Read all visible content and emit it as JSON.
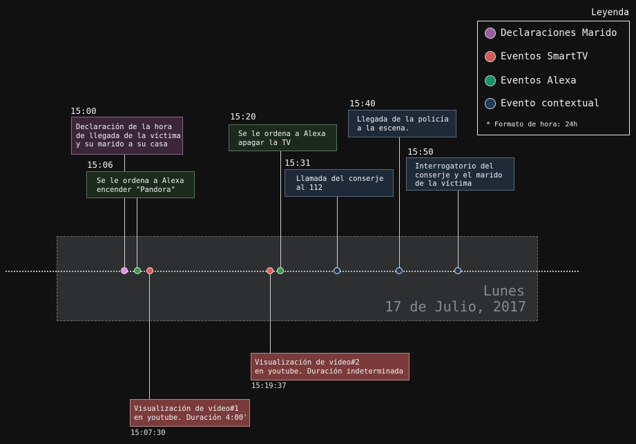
{
  "legend": {
    "title": "Leyenda",
    "items": [
      {
        "label": "Declaraciones Marido",
        "color": "#9b5ba0"
      },
      {
        "label": "Eventos SmartTV",
        "color": "#d05a57"
      },
      {
        "label": "Eventos Alexa",
        "color": "#17926a"
      },
      {
        "label": "Evento contextual",
        "color": "#1d3b5a"
      }
    ],
    "note": "* Formato de hora: 24h"
  },
  "day": {
    "name": "Lunes",
    "date": "17 de Julio, 2017"
  },
  "events": [
    {
      "time": "15:00",
      "category": "Declaraciones Marido",
      "text": "Declaración de la hora\nde llegada de la víctima\ny su marido a su casa"
    },
    {
      "time": "15:06",
      "category": "Eventos Alexa",
      "text": "Se le ordena a Alexa\nencender \"Pandora\""
    },
    {
      "time": "15:07:30",
      "category": "Eventos SmartTV",
      "text": "Visualización de vídeo#1\nen youtube. Duración 4:00'"
    },
    {
      "time": "15:19:37",
      "category": "Eventos SmartTV",
      "text": "Visualización de vídeo#2\nen youtube. Duración indeterminada"
    },
    {
      "time": "15:20",
      "category": "Eventos Alexa",
      "text": "Se le ordena a Alexa\napagar la TV"
    },
    {
      "time": "15:31",
      "category": "Evento contextual",
      "text": "Llamada del conserje\nal 112"
    },
    {
      "time": "15:40",
      "category": "Evento contextual",
      "text": "Llegada de la policía\na la escena."
    },
    {
      "time": "15:50",
      "category": "Evento contextual",
      "text": "Interrogatorio del\nconserje y el marido\nde la víctima"
    }
  ]
}
